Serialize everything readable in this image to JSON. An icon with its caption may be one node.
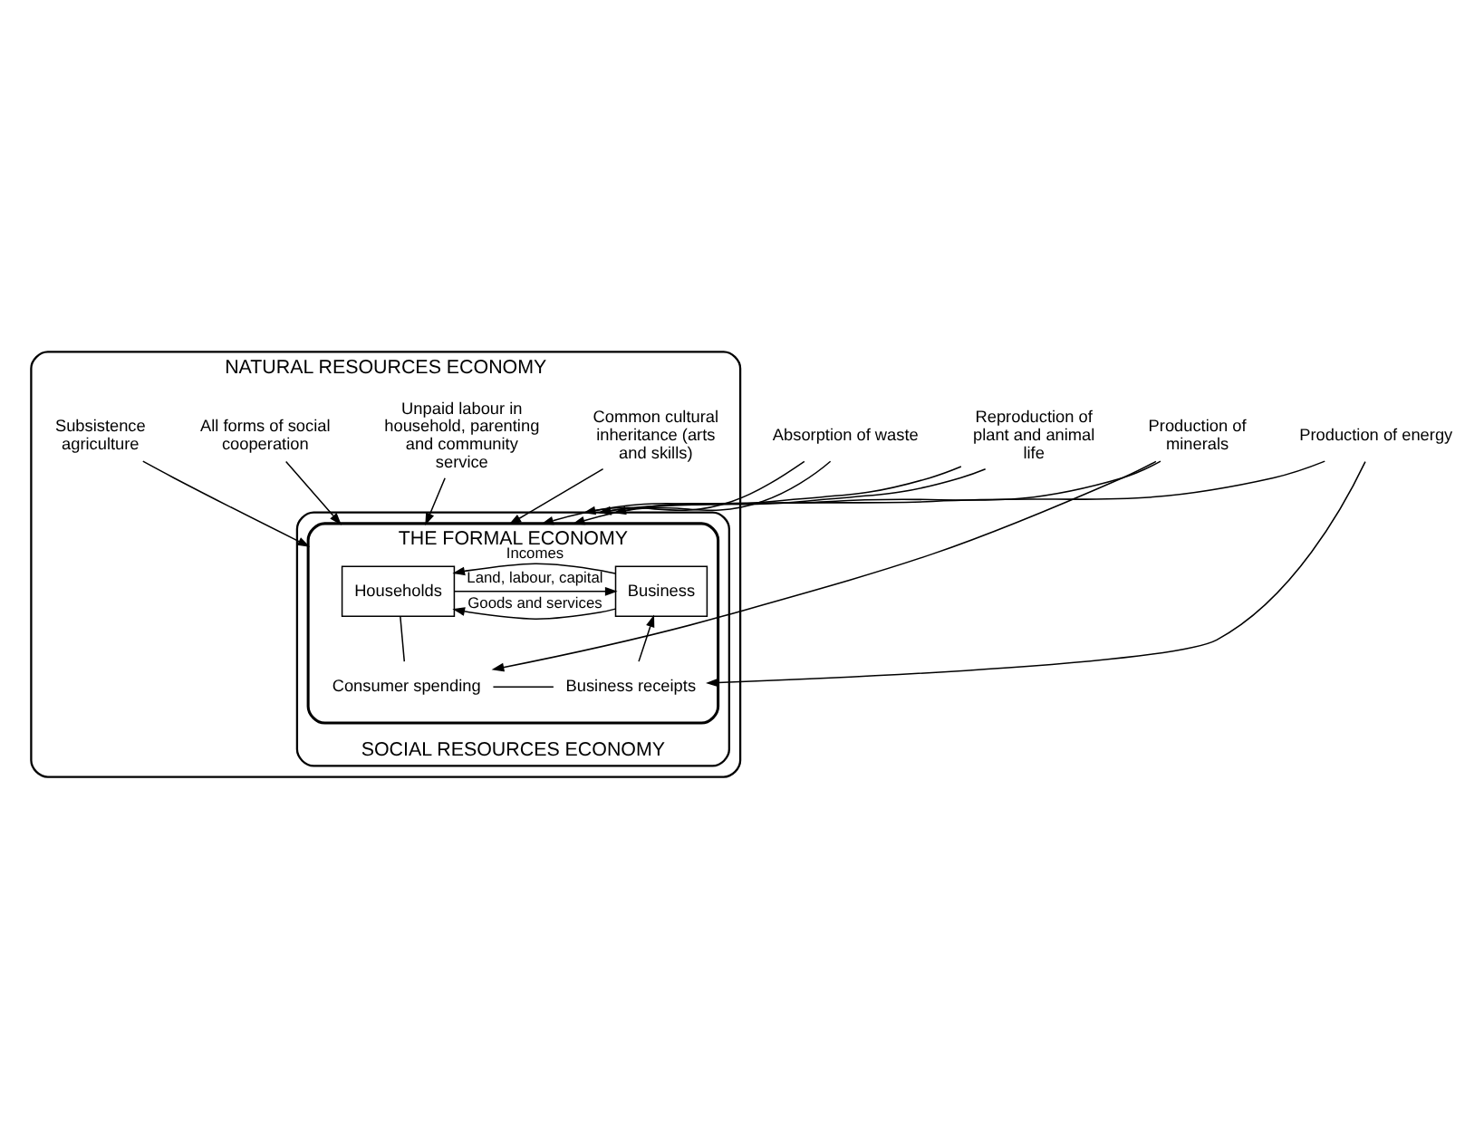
{
  "diagram": {
    "nodes": [
      {
        "text": [
          "NATURAL RESOURCES ECONOMY"
        ]
      },
      {
        "text": [
          "SOCIAL RESOURCES ECONOMY"
        ],
        "in": 0
      },
      {
        "text": [
          "THE FORMAL ECONOMY"
        ],
        "in": 1
      },
      {
        "text": [
          "Households"
        ],
        "in": 2
      },
      {
        "text": [
          "Business"
        ],
        "in": 2
      },
      {
        "text": [
          "Consumer spending"
        ],
        "in": 2
      },
      {
        "text": [
          "Business receipts"
        ],
        "in": 2
      },
      {
        "text": [
          "Absorption of waste"
        ]
      },
      {
        "text": [
          "Reproduction of plant and animal life"
        ]
      },
      {
        "text": [
          "Common cultural inheritance (arts and skills)"
        ],
        "in": 0
      },
      {
        "text": [
          "Unpaid labour in household, parenting and community service"
        ],
        "in": 0
      },
      {
        "text": [
          "All forms of social cooperation"
        ],
        "in": 0
      },
      {
        "text": [
          "Subsistence agriculture"
        ],
        "in": 0
      },
      {
        "text": [
          "Production of minerals"
        ]
      },
      {
        "text": [
          "Production of energy"
        ]
      }
    ],
    "edges": [
      {
        "from": 4,
        "to": 3,
        "arrow": "to",
        "label": "Incomes"
      },
      {
        "from": 3,
        "to": 4,
        "arrow": "to",
        "label": "Land, labour, capital"
      },
      {
        "from": 4,
        "to": 3,
        "arrow": "to",
        "label": "Goods and services"
      },
      {
        "from": 3,
        "to": 5,
        "arrow": "none"
      },
      {
        "from": 5,
        "to": 6,
        "arrow": "none"
      },
      {
        "from": 6,
        "to": 4,
        "arrow": "to"
      },
      {
        "from": 7,
        "to": 1,
        "arrow": "to"
      },
      {
        "from": 7,
        "to": 2,
        "arrow": "to"
      },
      {
        "from": 8,
        "to": 2,
        "arrow": "to"
      },
      {
        "from": 8,
        "to": 1,
        "arrow": "to"
      },
      {
        "from": 9,
        "to": 2,
        "arrow": "to"
      },
      {
        "from": 10,
        "to": 2,
        "arrow": "to"
      },
      {
        "from": 11,
        "to": 2,
        "arrow": "to"
      },
      {
        "from": 12,
        "to": 2,
        "arrow": "to"
      },
      {
        "from": 13,
        "to": 5,
        "arrow": "to"
      },
      {
        "from": 13,
        "to": 1,
        "arrow": "to"
      },
      {
        "from": 14,
        "to": 6,
        "arrow": "to"
      },
      {
        "from": 14,
        "to": 1,
        "arrow": "to"
      }
    ]
  }
}
